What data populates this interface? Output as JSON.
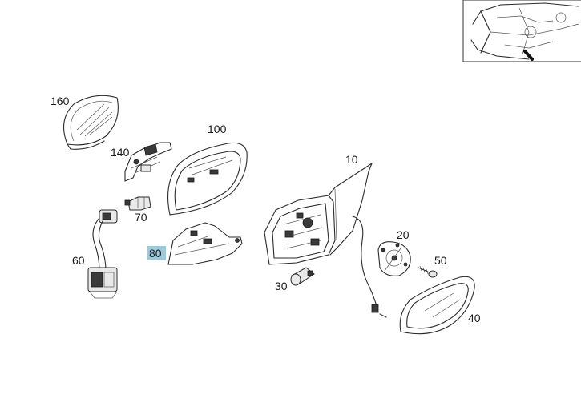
{
  "labels": {
    "p160": "160",
    "p140": "140",
    "p100": "100",
    "p70": "70",
    "p60": "60",
    "p80": "80",
    "p10": "10",
    "p20": "20",
    "p50": "50",
    "p30": "30",
    "p40": "40"
  },
  "highlight_color": "#9ec9da",
  "selected_part": "80"
}
